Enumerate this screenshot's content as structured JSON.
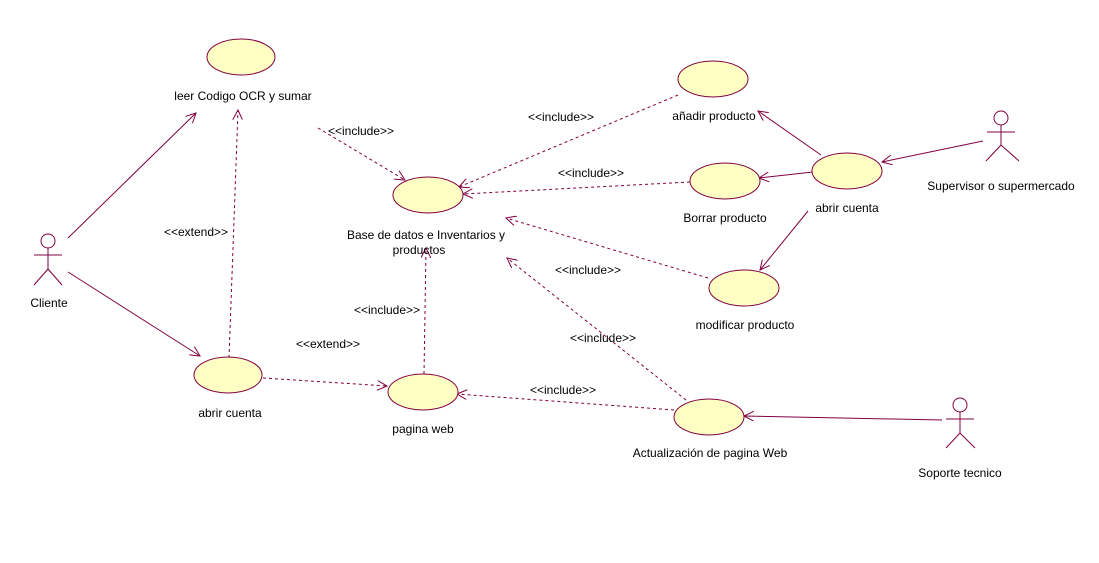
{
  "actors": {
    "cliente": "Cliente",
    "supervisor": "Supervisor o supermercado",
    "soporte": "Soporte tecnico"
  },
  "use_cases": {
    "leer_codigo": "leer Codigo OCR y sumar",
    "base_datos_line1": "Base de datos e Inventarios y",
    "base_datos_line2": "productos",
    "abrir_cuenta_cliente": "abrir cuenta",
    "pagina_web": "pagina web",
    "anadir_producto": "añadir producto",
    "borrar_producto": "Borrar producto",
    "abrir_cuenta_supervisor": "abrir cuenta",
    "modificar_producto": "modificar producto",
    "actualizacion_web": "Actualización de pagina Web"
  },
  "relations": {
    "include": "<<include>>",
    "extend": "<<extend>>"
  },
  "colors": {
    "use_case_fill": "#ffffc4",
    "line": "#800040"
  }
}
